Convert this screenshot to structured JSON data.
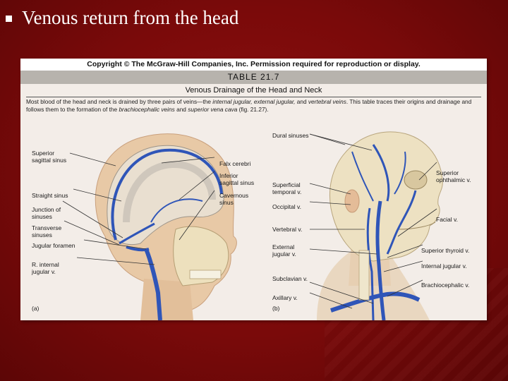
{
  "slide": {
    "title": "Venous return from the head"
  },
  "figure": {
    "copyright": "Copyright © The McGraw-Hill Companies, Inc. Permission required for reproduction or display.",
    "table_number": "TABLE 21.7",
    "table_name": "Venous Drainage of the Head and Neck",
    "caption_lead": "Most blood of the head and neck is drained by three pairs of veins—the ",
    "caption_italic1": "internal jugular, external jugular, ",
    "caption_and": "and ",
    "caption_italic2": "vertebral veins",
    "caption_mid": ". This table traces their origins and drainage and follows them to the formation of the ",
    "caption_italic3": "brachiocephalic veins ",
    "caption_and2": "and ",
    "caption_italic4": "superior vena cava ",
    "caption_end": "(fig. 21.27).",
    "panel_a": {
      "tag": "(a)",
      "labels": {
        "superior_sagittal": "Superior\nsagittal sinus",
        "straight": "Straight sinus",
        "junction": "Junction of\nsinuses",
        "transverse": "Transverse\nsinuses",
        "jugular_foramen": "Jugular foramen",
        "r_internal_jugular": "R. internal\njugular v.",
        "falx": "Falx cerebri",
        "inferior_sagittal": "Inferior\nsagittal sinus",
        "cavernous": "Cavernous\nsinus"
      }
    },
    "panel_b": {
      "tag": "(b)",
      "labels": {
        "dural": "Dural sinuses",
        "superficial_temporal": "Superficial\ntemporal v.",
        "occipital": "Occipital v.",
        "vertebral": "Vertebral v.",
        "external_jugular": "External\njugular v.",
        "subclavian": "Subclavian v.",
        "axillary": "Axillary v.",
        "superior_ophthalmic": "Superior\nophthalmic v.",
        "facial": "Facial v.",
        "superior_thyroid": "Superior thyroid v.",
        "internal_jugular": "Internal jugular v.",
        "brachiocephalic": "Brachiocephalic v."
      }
    }
  },
  "colors": {
    "background": "#7a0a0a",
    "vein_blue": "#2f55b8",
    "skin": "#e7c8a4",
    "bone": "#ede0bd"
  }
}
